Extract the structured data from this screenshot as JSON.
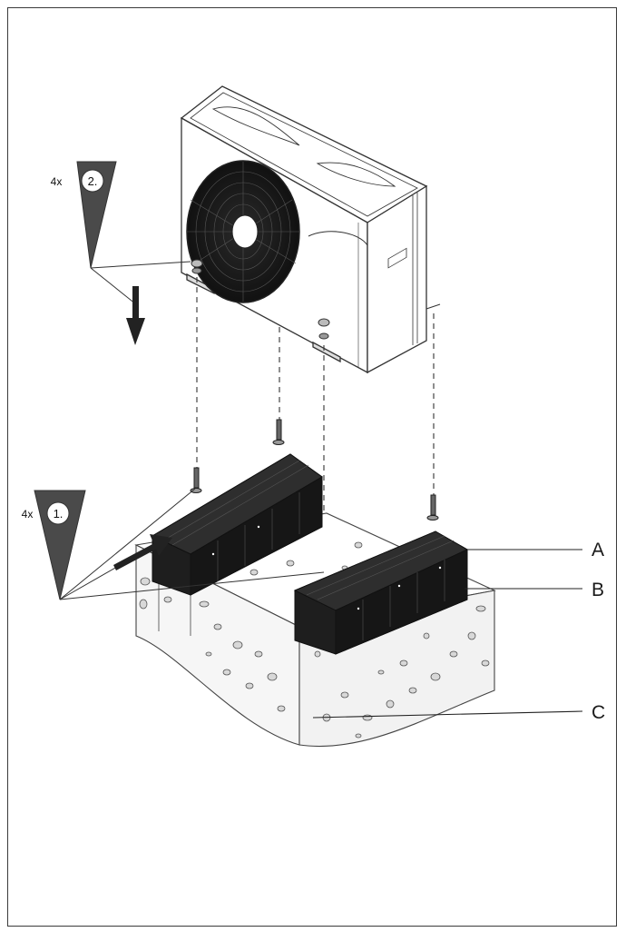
{
  "steps": [
    {
      "multiplier": "4x",
      "number": "2."
    },
    {
      "multiplier": "4x",
      "number": "1."
    }
  ],
  "callouts": [
    {
      "letter": "A"
    },
    {
      "letter": "B"
    },
    {
      "letter": "C"
    }
  ],
  "colors": {
    "ink": "#1a1a1a",
    "triangle": "#4a4a4a",
    "block": "#1e1e1e",
    "outline": "#333333"
  }
}
